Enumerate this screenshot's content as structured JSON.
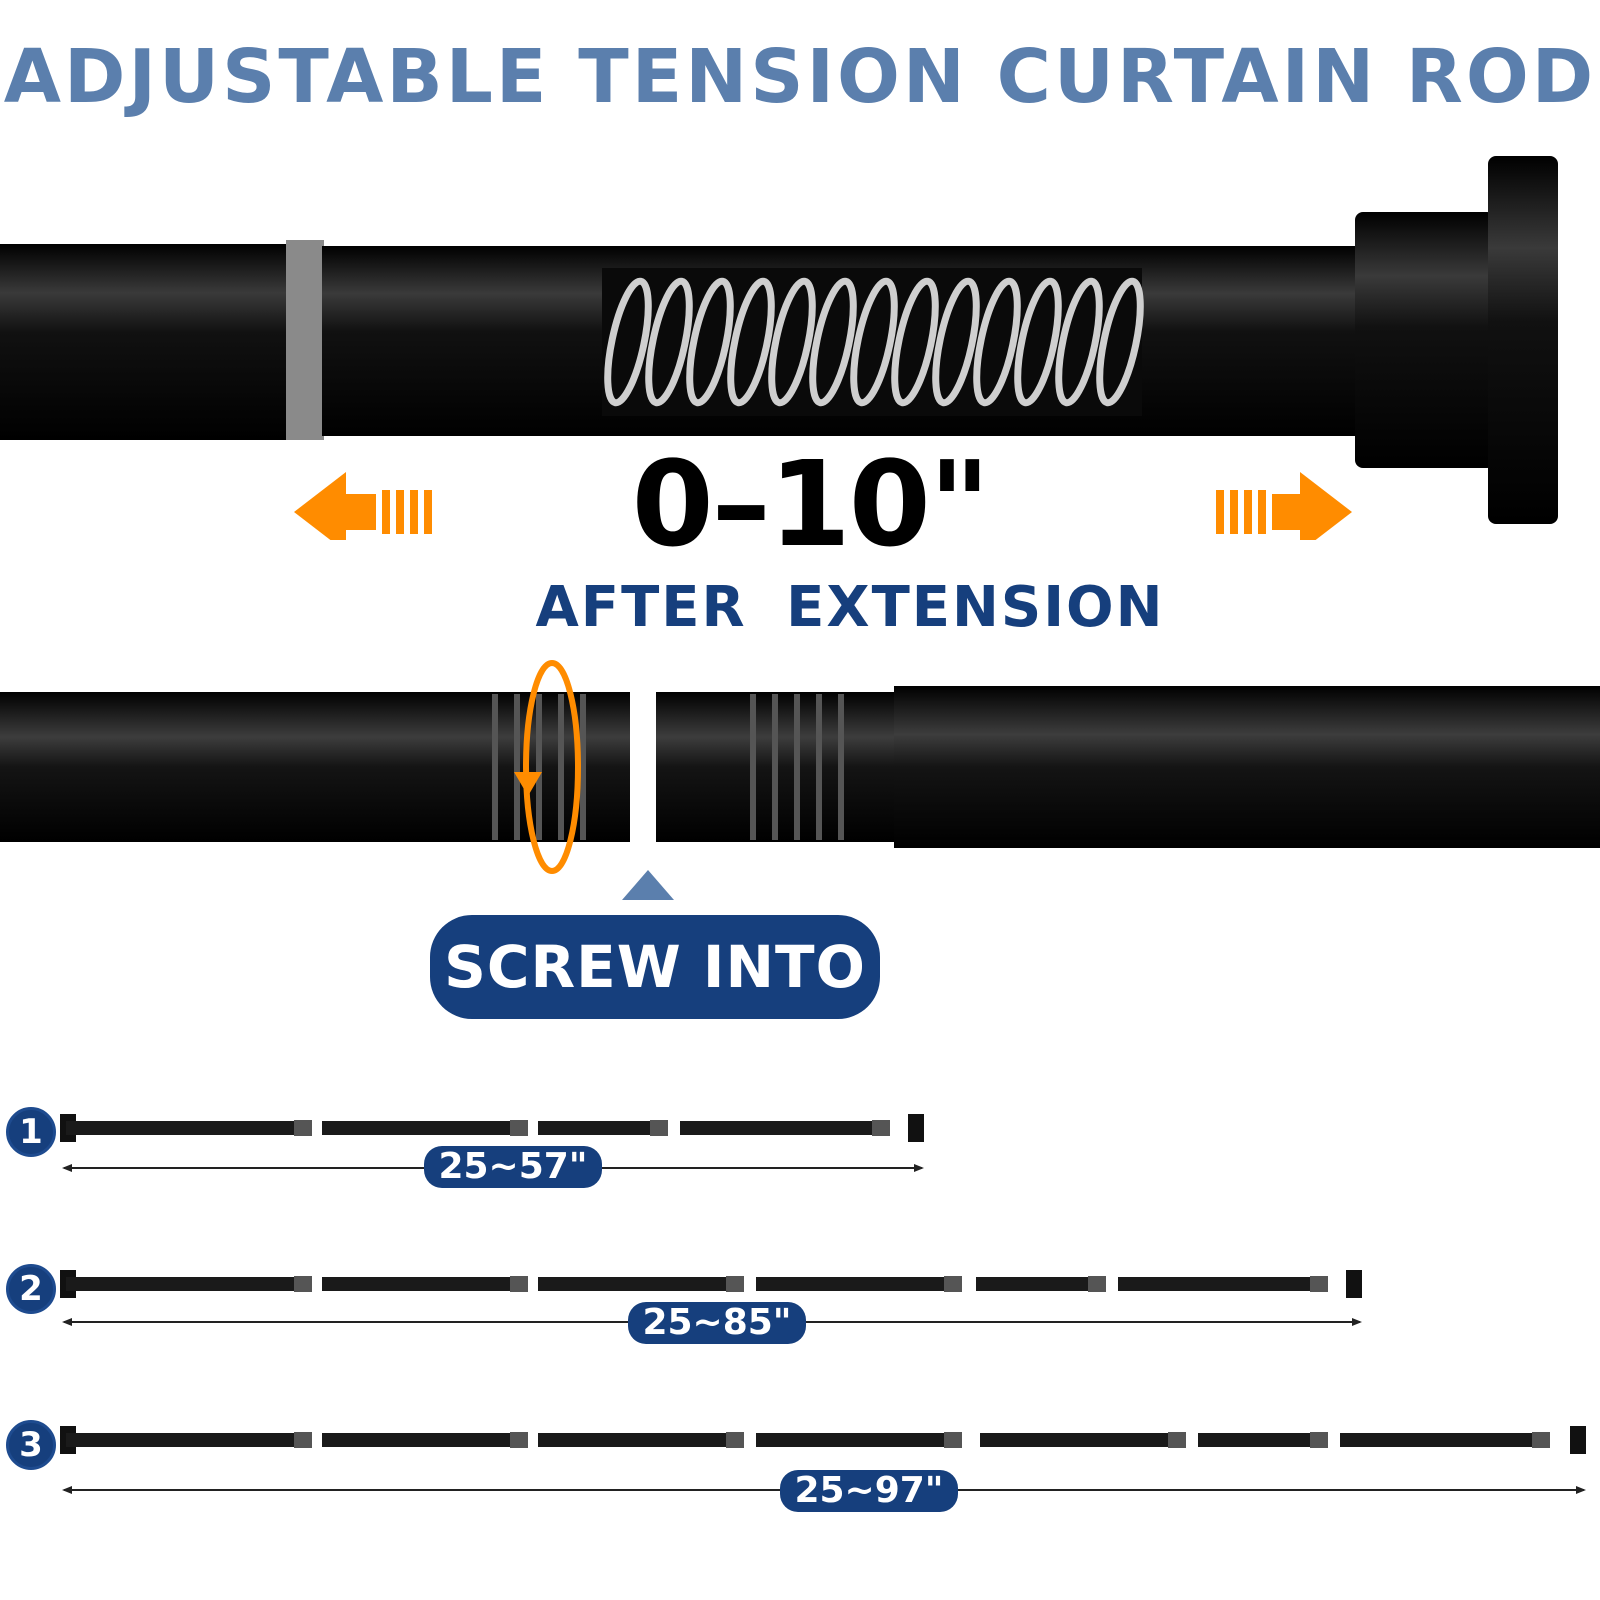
{
  "title": "ADJUSTABLE TENSION CURTAIN ROD",
  "extension": {
    "measure": "0–10\"",
    "caption": "AFTER  EXTENSION"
  },
  "screw": {
    "label": "SCREW INTO"
  },
  "configurations": [
    {
      "number": "1",
      "range": "25~57\""
    },
    {
      "number": "2",
      "range": "25~85\""
    },
    {
      "number": "3",
      "range": "25~97\""
    }
  ],
  "colors": {
    "title": "#5b7fad",
    "badge": "#163f7d",
    "arrow": "#ff8c00",
    "rod": "#111111"
  },
  "icons": [
    "left-arrow-icon",
    "right-arrow-icon",
    "rotate-arrow-icon",
    "up-triangle-icon",
    "spring-icon"
  ]
}
